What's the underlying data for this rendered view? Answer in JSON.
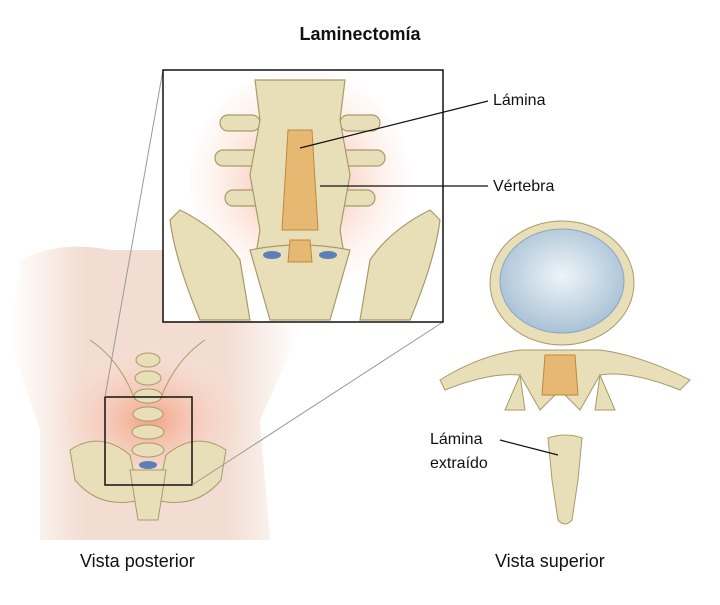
{
  "title": "Laminectomía",
  "labels": {
    "lamina": "Lámina",
    "vertebra": "Vértebra",
    "lamina_removed_line1": "Lámina",
    "lamina_removed_line2": "extraído",
    "posterior_view": "Vista posterior",
    "superior_view": "Vista superior"
  },
  "colors": {
    "bone": "#e8dfb8",
    "bone_shadow": "#b8ab7a",
    "skin": "#f2d4c4",
    "glow": "#f3a88a",
    "disc": "#c9dbe8",
    "ligament": "#e6b872",
    "nerve": "#5b7fb8"
  }
}
